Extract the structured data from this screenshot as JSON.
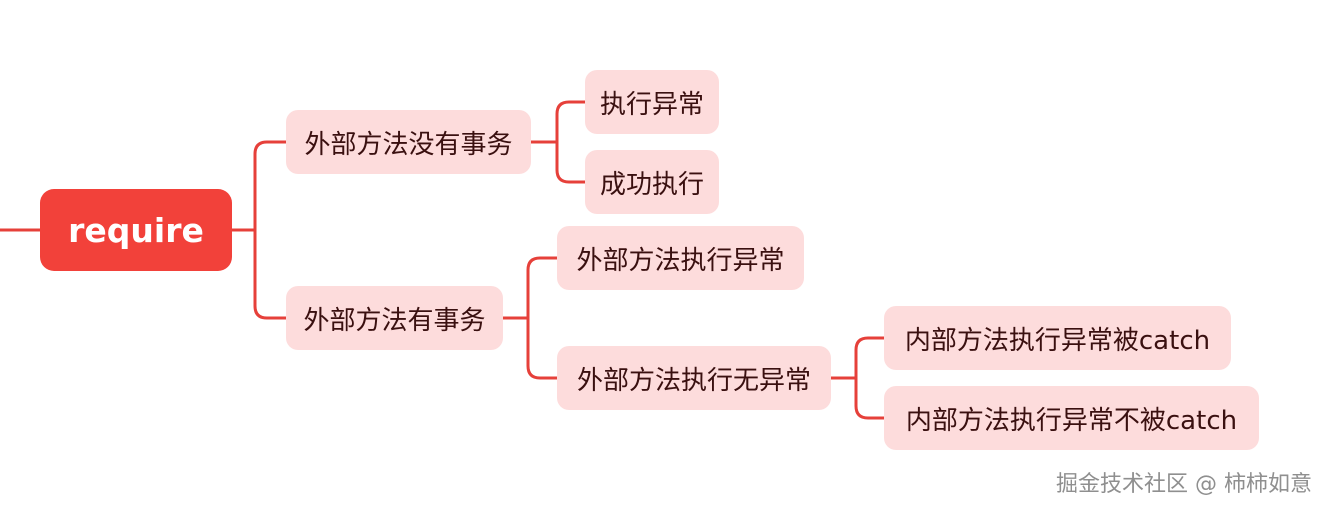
{
  "mindmap": {
    "line_color": "#e6403a",
    "root": {
      "label": "require",
      "color": "#f2413a"
    },
    "branch_no_tx": {
      "label": "外部方法没有事务",
      "children": [
        "执行异常",
        "成功执行"
      ]
    },
    "branch_tx": {
      "label": "外部方法有事务",
      "child_exception": "外部方法执行异常",
      "child_no_exception": {
        "label": "外部方法执行无异常",
        "children": [
          "内部方法执行异常被catch",
          "内部方法执行异常不被catch"
        ]
      }
    }
  },
  "watermark": "掘金技术社区 @ 柿柿如意"
}
